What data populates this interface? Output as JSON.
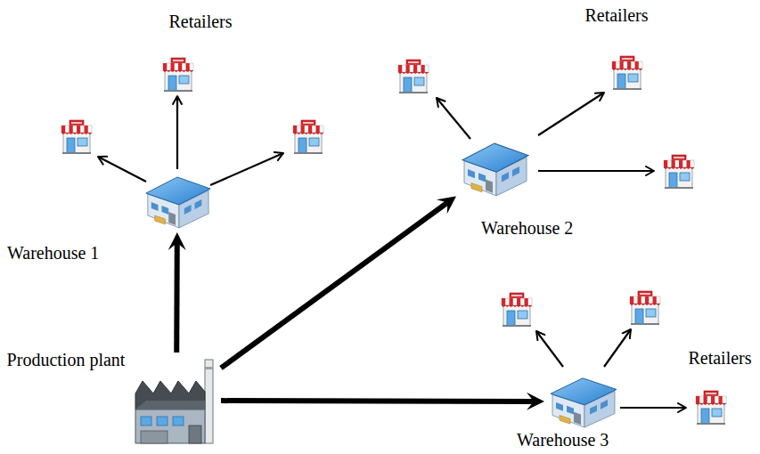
{
  "diagram": {
    "nodes": [
      {
        "text": [
          "Production plant"
        ]
      },
      {
        "text": [
          "Warehouse 1"
        ]
      },
      {
        "text": [
          "Warehouse 2"
        ]
      },
      {
        "text": [
          "Warehouse 3"
        ]
      }
    ],
    "edges": [
      {
        "from": 0,
        "to": 1,
        "arrow": "to"
      },
      {
        "from": 0,
        "to": 2,
        "arrow": "to"
      },
      {
        "from": 0,
        "to": 3,
        "arrow": "to"
      }
    ],
    "labels": [
      "Retailers",
      "Retailers",
      "Retailers"
    ]
  }
}
